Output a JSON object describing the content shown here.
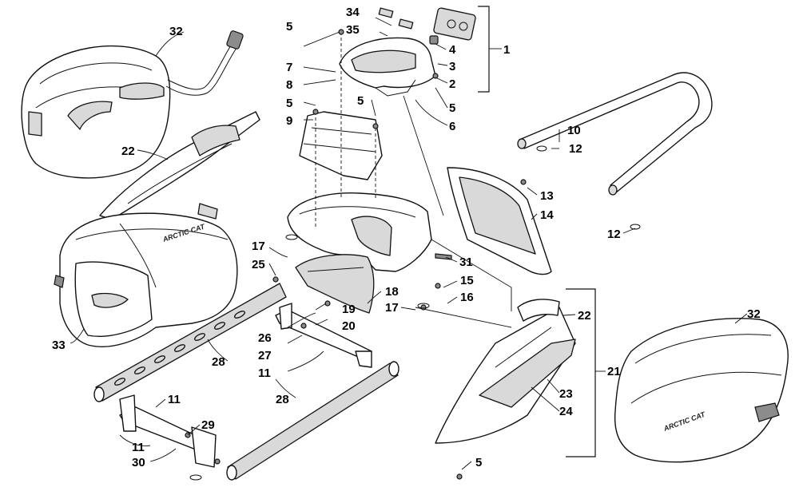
{
  "diagram": {
    "callouts": [
      {
        "id": "c1",
        "text": "1"
      },
      {
        "id": "c2",
        "text": "2"
      },
      {
        "id": "c3",
        "text": "3"
      },
      {
        "id": "c4",
        "text": "4"
      },
      {
        "id": "c5a",
        "text": "5"
      },
      {
        "id": "c5b",
        "text": "5"
      },
      {
        "id": "c5c",
        "text": "5"
      },
      {
        "id": "c5d",
        "text": "5"
      },
      {
        "id": "c5e",
        "text": "5"
      },
      {
        "id": "c6",
        "text": "6"
      },
      {
        "id": "c7",
        "text": "7"
      },
      {
        "id": "c8",
        "text": "8"
      },
      {
        "id": "c9",
        "text": "9"
      },
      {
        "id": "c10",
        "text": "10"
      },
      {
        "id": "c11a",
        "text": "11"
      },
      {
        "id": "c11b",
        "text": "11"
      },
      {
        "id": "c11c",
        "text": "11"
      },
      {
        "id": "c12a",
        "text": "12"
      },
      {
        "id": "c12b",
        "text": "12"
      },
      {
        "id": "c13",
        "text": "13"
      },
      {
        "id": "c14",
        "text": "14"
      },
      {
        "id": "c15",
        "text": "15"
      },
      {
        "id": "c16",
        "text": "16"
      },
      {
        "id": "c17a",
        "text": "17"
      },
      {
        "id": "c17b",
        "text": "17"
      },
      {
        "id": "c18",
        "text": "18"
      },
      {
        "id": "c19",
        "text": "19"
      },
      {
        "id": "c20",
        "text": "20"
      },
      {
        "id": "c21",
        "text": "21"
      },
      {
        "id": "c22a",
        "text": "22"
      },
      {
        "id": "c22b",
        "text": "22"
      },
      {
        "id": "c23",
        "text": "23"
      },
      {
        "id": "c24",
        "text": "24"
      },
      {
        "id": "c25",
        "text": "25"
      },
      {
        "id": "c26",
        "text": "26"
      },
      {
        "id": "c27",
        "text": "27"
      },
      {
        "id": "c28a",
        "text": "28"
      },
      {
        "id": "c28b",
        "text": "28"
      },
      {
        "id": "c29",
        "text": "29"
      },
      {
        "id": "c30",
        "text": "30"
      },
      {
        "id": "c31",
        "text": "31"
      },
      {
        "id": "c32a",
        "text": "32"
      },
      {
        "id": "c32b",
        "text": "32"
      },
      {
        "id": "c33",
        "text": "33"
      },
      {
        "id": "c34",
        "text": "34"
      },
      {
        "id": "c35",
        "text": "35"
      }
    ],
    "brand_marks": [
      {
        "id": "brand-seat",
        "text": "ARCTIC CAT"
      },
      {
        "id": "brand-bag",
        "text": "ARCTIC CAT"
      }
    ]
  }
}
